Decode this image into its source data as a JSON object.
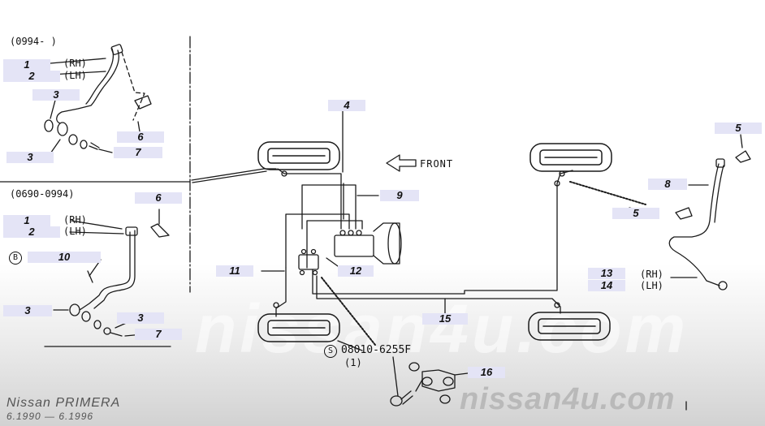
{
  "ranges": {
    "upper": "(0994-     )",
    "lower": "(0690-0994)"
  },
  "hose_labels": {
    "rh": "(RH)",
    "lh": "(LH)"
  },
  "callouts": {
    "c1a": "1",
    "c2a": "2",
    "c3a": "3",
    "c3b": "3",
    "c6a": "6",
    "c7a": "7",
    "c1b": "1",
    "c2b": "2",
    "c6b": "6",
    "c10": "10",
    "c3c": "3",
    "c3d": "3",
    "c7b": "7",
    "c4": "4",
    "c9": "9",
    "c11": "11",
    "c12": "12",
    "c15": "15",
    "c16": "16",
    "c5a": "5",
    "c8": "8",
    "c5b": "5",
    "c13": "13",
    "c14": "14"
  },
  "marks": {
    "b_circle": "B",
    "s_circle": "S"
  },
  "front_label": "FRONT",
  "part_number": "08010-6255F",
  "part_qty": "(1)",
  "watermark": "nissan4u.com",
  "footer": {
    "model": "Nissan PRIMERA",
    "period": "6.1990 — 6.1996"
  }
}
